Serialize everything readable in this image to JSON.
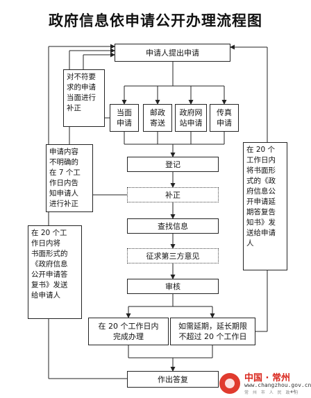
{
  "title": "政府信息依申请公开办理流程图",
  "nodes": {
    "apply": "申请人提出申请",
    "in_person": "当面\n申请",
    "post": "邮政\n寄送",
    "online": "政府网\n站申请",
    "fax": "传真\n申请",
    "register": "登记",
    "supplement": "补正",
    "search": "查找信息",
    "third_party": "征求第三方意见",
    "review": "审核",
    "within20": "在 20 个工作日内\n完成办理",
    "extension": "如需延期，延长期限\n不超过 20 个工作日",
    "reply": "作出答复"
  },
  "notes": {
    "noncompliant": "对不符要\n求的申请\n当面进行\n补正",
    "unclear": "申请内容\n不明确的\n在 7 个工\n作日内告\n知申请人\n进行补正",
    "reply_doc": "在 20 个工\n作日内将\n书面形式的\n《政府信息\n公开申请答\n复书》发送\n给申请人",
    "extension_doc": "在 20 个\n工作日内\n将书面形\n式的《政\n府信息公\n开申请延\n期答复告\n知书》发\n送给申请\n人"
  },
  "logo": {
    "name": "中国 · 常州",
    "url": "www.changzhou.gov.cn",
    "sub": "常 州 市 人 民 政 府"
  },
  "colors": {
    "logo_red": "#d9261c",
    "line": "#222222"
  }
}
